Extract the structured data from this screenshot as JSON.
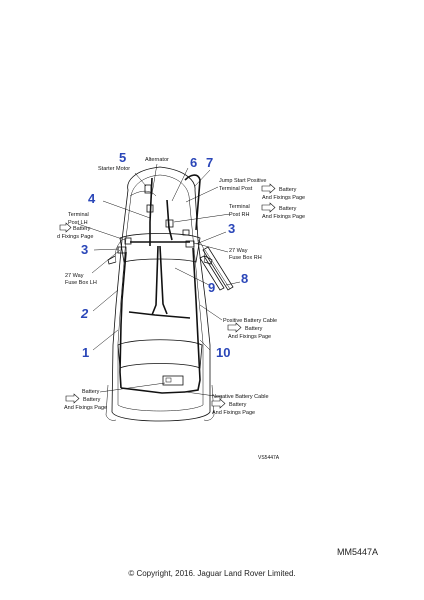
{
  "labels": {
    "alternator": "Alternator",
    "starter_motor": "Starter Motor",
    "jump_start_1": "Jump Start Positive",
    "jump_start_2": "Terminal Post",
    "terminal_rh_1": "Terminal",
    "terminal_rh_2": "Post RH",
    "terminal_lh_1": "Terminal",
    "terminal_lh_2": "Post LH",
    "fuse_rh_1": "27 Way",
    "fuse_rh_2": "Fuse Box RH",
    "fuse_lh_1": "27 Way",
    "fuse_lh_2": "Fuse Box LH",
    "pos_cable": "Positive Battery Cable",
    "neg_cable": "Negative Battery Cable",
    "battery_lbl": "Battery",
    "battery_ref_1": "Battery",
    "battery_ref_2": "And Fixings Page",
    "battery_ref_2_cut": "d Fixings Page"
  },
  "callouts": [
    "1",
    "2",
    "3",
    "3",
    "4",
    "5",
    "6",
    "7",
    "8",
    "9",
    "10"
  ],
  "drawing_code": "VS5447A",
  "reference_code": "MM5447A",
  "copyright": "© Copyright, 2016. Jaguar Land Rover Limited."
}
